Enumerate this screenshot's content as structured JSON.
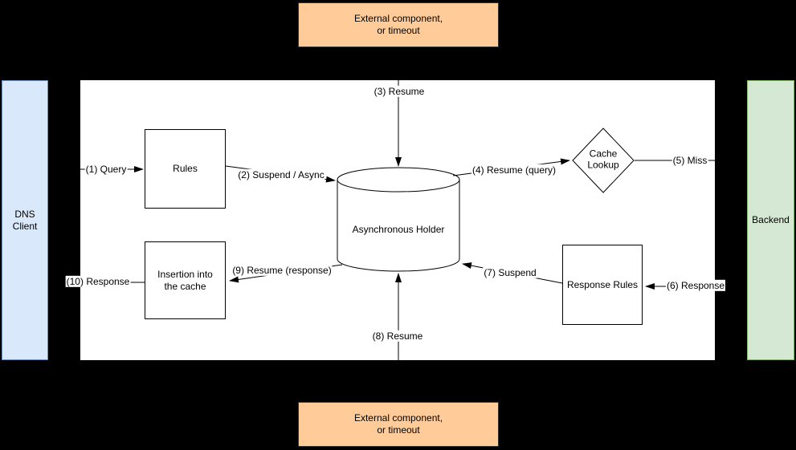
{
  "colors": {
    "bg": "#000000",
    "surface": "#ffffff",
    "text": "#000000",
    "line": "#000000",
    "orange_fill": "#ffcc99",
    "orange_stroke": "#333333",
    "blue_fill": "#dae8fc",
    "blue_stroke": "#6c8ebf",
    "green_fill": "#d5e8d4",
    "green_stroke": "#82b366",
    "node_fill": "#ffffff",
    "node_stroke": "#000000"
  },
  "nodes": {
    "external_top": {
      "label": "External component,\nor timeout"
    },
    "external_bottom": {
      "label": "External component,\nor timeout"
    },
    "dns_client": {
      "label": "DNS\nClient"
    },
    "backend": {
      "label": "Backend"
    },
    "rules": {
      "label": "Rules"
    },
    "insertion_cache": {
      "label": "Insertion into\nthe cache"
    },
    "async_holder": {
      "label": "Asynchronous Holder"
    },
    "cache_lookup": {
      "label": "Cache\nLookup"
    },
    "response_rules": {
      "label": "Response Rules"
    }
  },
  "edges": [
    {
      "id": 1,
      "label": "(1) Query",
      "from": "dns_client",
      "to": "rules"
    },
    {
      "id": 2,
      "label": "(2) Suspend / Async",
      "from": "rules",
      "to": "async_holder"
    },
    {
      "id": 3,
      "label": "(3) Resume",
      "from": "external_top",
      "to": "async_holder"
    },
    {
      "id": 4,
      "label": "(4) Resume (query)",
      "from": "async_holder",
      "to": "cache_lookup"
    },
    {
      "id": 5,
      "label": "(5) Miss",
      "from": "cache_lookup",
      "to": "backend"
    },
    {
      "id": 6,
      "label": "(6) Response",
      "from": "backend",
      "to": "response_rules"
    },
    {
      "id": 7,
      "label": "(7) Suspend",
      "from": "response_rules",
      "to": "async_holder"
    },
    {
      "id": 8,
      "label": "(8) Resume",
      "from": "external_bottom",
      "to": "async_holder"
    },
    {
      "id": 9,
      "label": "(9) Resume (response)",
      "from": "async_holder",
      "to": "insertion_cache"
    },
    {
      "id": 10,
      "label": "(10) Response",
      "from": "insertion_cache",
      "to": "dns_client"
    }
  ]
}
